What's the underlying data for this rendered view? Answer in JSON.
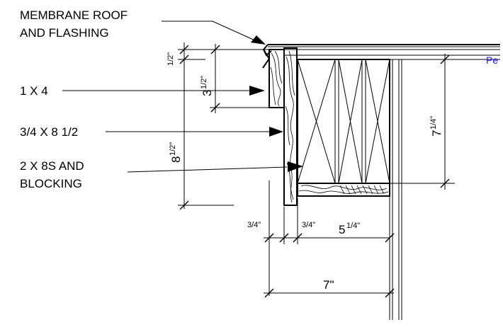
{
  "notes": {
    "membrane_line1": "MEMBRANE ROOF",
    "membrane_line2": "AND  FLASHING",
    "one_by_four": "1 X 4",
    "fascia_board": "3/4 X 8 1/2",
    "joists_line1": "2 X 8S AND",
    "joists_line2": "BLOCKING",
    "edge_text": "Pe"
  },
  "dimensions": {
    "half_main": "",
    "half_sup": "1/2\"",
    "three_half_main": "3",
    "three_half_sup": "1/2\"",
    "eight_half_main": "8",
    "eight_half_sup": "1/2\"",
    "seven_quarter_main": "7",
    "seven_quarter_sup": "1/4\"",
    "three_quarter_a": "3/4\"",
    "three_quarter_b": "3/4\"",
    "five_quarter_main": "5",
    "five_quarter_sup": "1/4\"",
    "seven": "7\""
  }
}
